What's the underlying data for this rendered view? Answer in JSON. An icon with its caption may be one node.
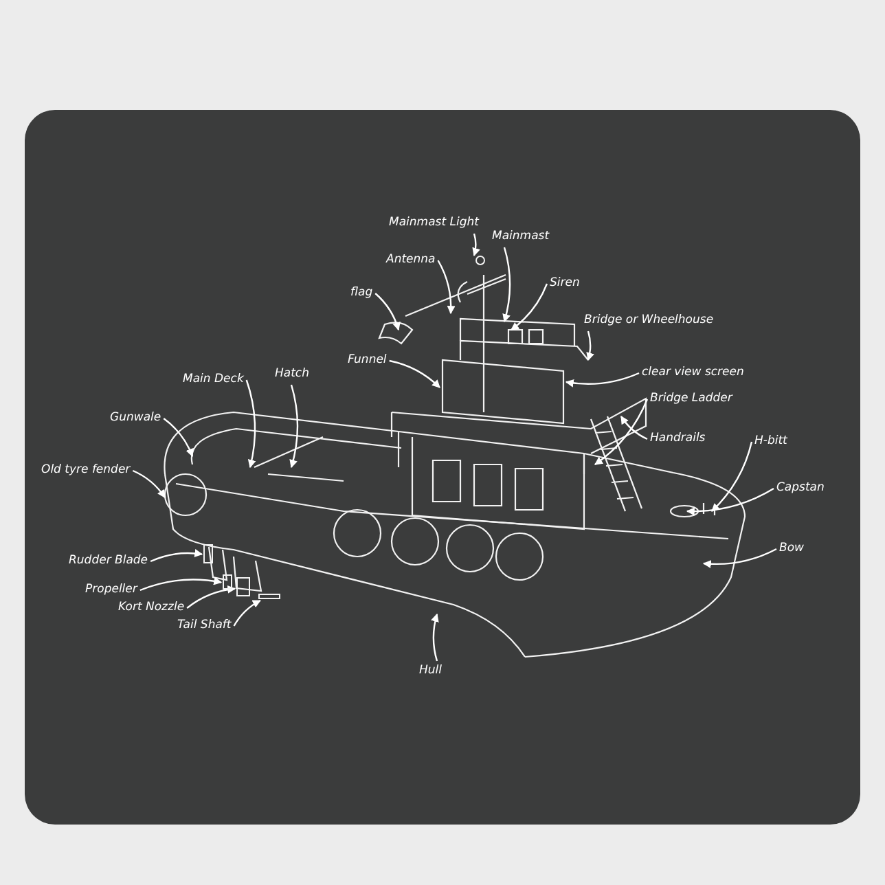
{
  "diagram": {
    "nodes": [
      {
        "text": [
          "Mainmast Light"
        ]
      },
      {
        "text": [
          "Mainmast"
        ]
      },
      {
        "text": [
          "Antenna"
        ]
      },
      {
        "text": [
          "Siren"
        ]
      },
      {
        "text": [
          "flag"
        ]
      },
      {
        "text": [
          "Bridge or Wheelhouse"
        ]
      },
      {
        "text": [
          "Funnel"
        ]
      },
      {
        "text": [
          "clear view screen"
        ]
      },
      {
        "text": [
          "Main Deck"
        ]
      },
      {
        "text": [
          "Hatch"
        ]
      },
      {
        "text": [
          "Bridge Ladder"
        ]
      },
      {
        "text": [
          "Gunwale"
        ]
      },
      {
        "text": [
          "Handrails"
        ]
      },
      {
        "text": [
          "H-bitt"
        ]
      },
      {
        "text": [
          "Old tyre fender"
        ]
      },
      {
        "text": [
          "Capstan"
        ]
      },
      {
        "text": [
          "Rudder Blade"
        ]
      },
      {
        "text": [
          "Bow"
        ]
      },
      {
        "text": [
          "Propeller"
        ]
      },
      {
        "text": [
          "Kort Nozzle"
        ]
      },
      {
        "text": [
          "Tail Shaft"
        ]
      },
      {
        "text": [
          "Hull"
        ]
      },
      {
        "text": [],
        "shape": "circle"
      },
      {
        "text": [],
        "shape": "box"
      },
      {
        "text": [],
        "shape": "box"
      },
      {
        "text": [],
        "shape": "box"
      },
      {
        "text": [],
        "shape": "bar"
      }
    ],
    "edges": [
      {
        "from": 0,
        "to": 22,
        "arrow": "to"
      },
      {
        "from": 1,
        "to": null,
        "arrow": "to"
      },
      {
        "from": 2,
        "to": null,
        "arrow": "to"
      },
      {
        "from": 3,
        "to": null,
        "arrow": "to"
      },
      {
        "from": 4,
        "to": null,
        "arrow": "to"
      },
      {
        "from": 5,
        "to": null,
        "arrow": "to"
      },
      {
        "from": 6,
        "to": null,
        "arrow": "to"
      },
      {
        "from": 7,
        "to": null,
        "arrow": "to"
      },
      {
        "from": 8,
        "to": null,
        "arrow": "to"
      },
      {
        "from": 9,
        "to": null,
        "arrow": "to"
      },
      {
        "from": 10,
        "to": null,
        "arrow": "to"
      },
      {
        "from": 11,
        "to": null,
        "arrow": "to"
      },
      {
        "from": 12,
        "to": null,
        "arrow": "to"
      },
      {
        "from": 13,
        "to": null,
        "arrow": "to"
      },
      {
        "from": 14,
        "to": null,
        "arrow": "to"
      },
      {
        "from": 15,
        "to": null,
        "arrow": "to"
      },
      {
        "from": 16,
        "to": 25,
        "arrow": "to"
      },
      {
        "from": 17,
        "to": null,
        "arrow": "to"
      },
      {
        "from": 18,
        "to": 23,
        "arrow": "to"
      },
      {
        "from": 19,
        "to": 24,
        "arrow": "to"
      },
      {
        "from": 20,
        "to": 26,
        "arrow": "to"
      },
      {
        "from": 21,
        "to": null,
        "arrow": "to"
      }
    ]
  }
}
